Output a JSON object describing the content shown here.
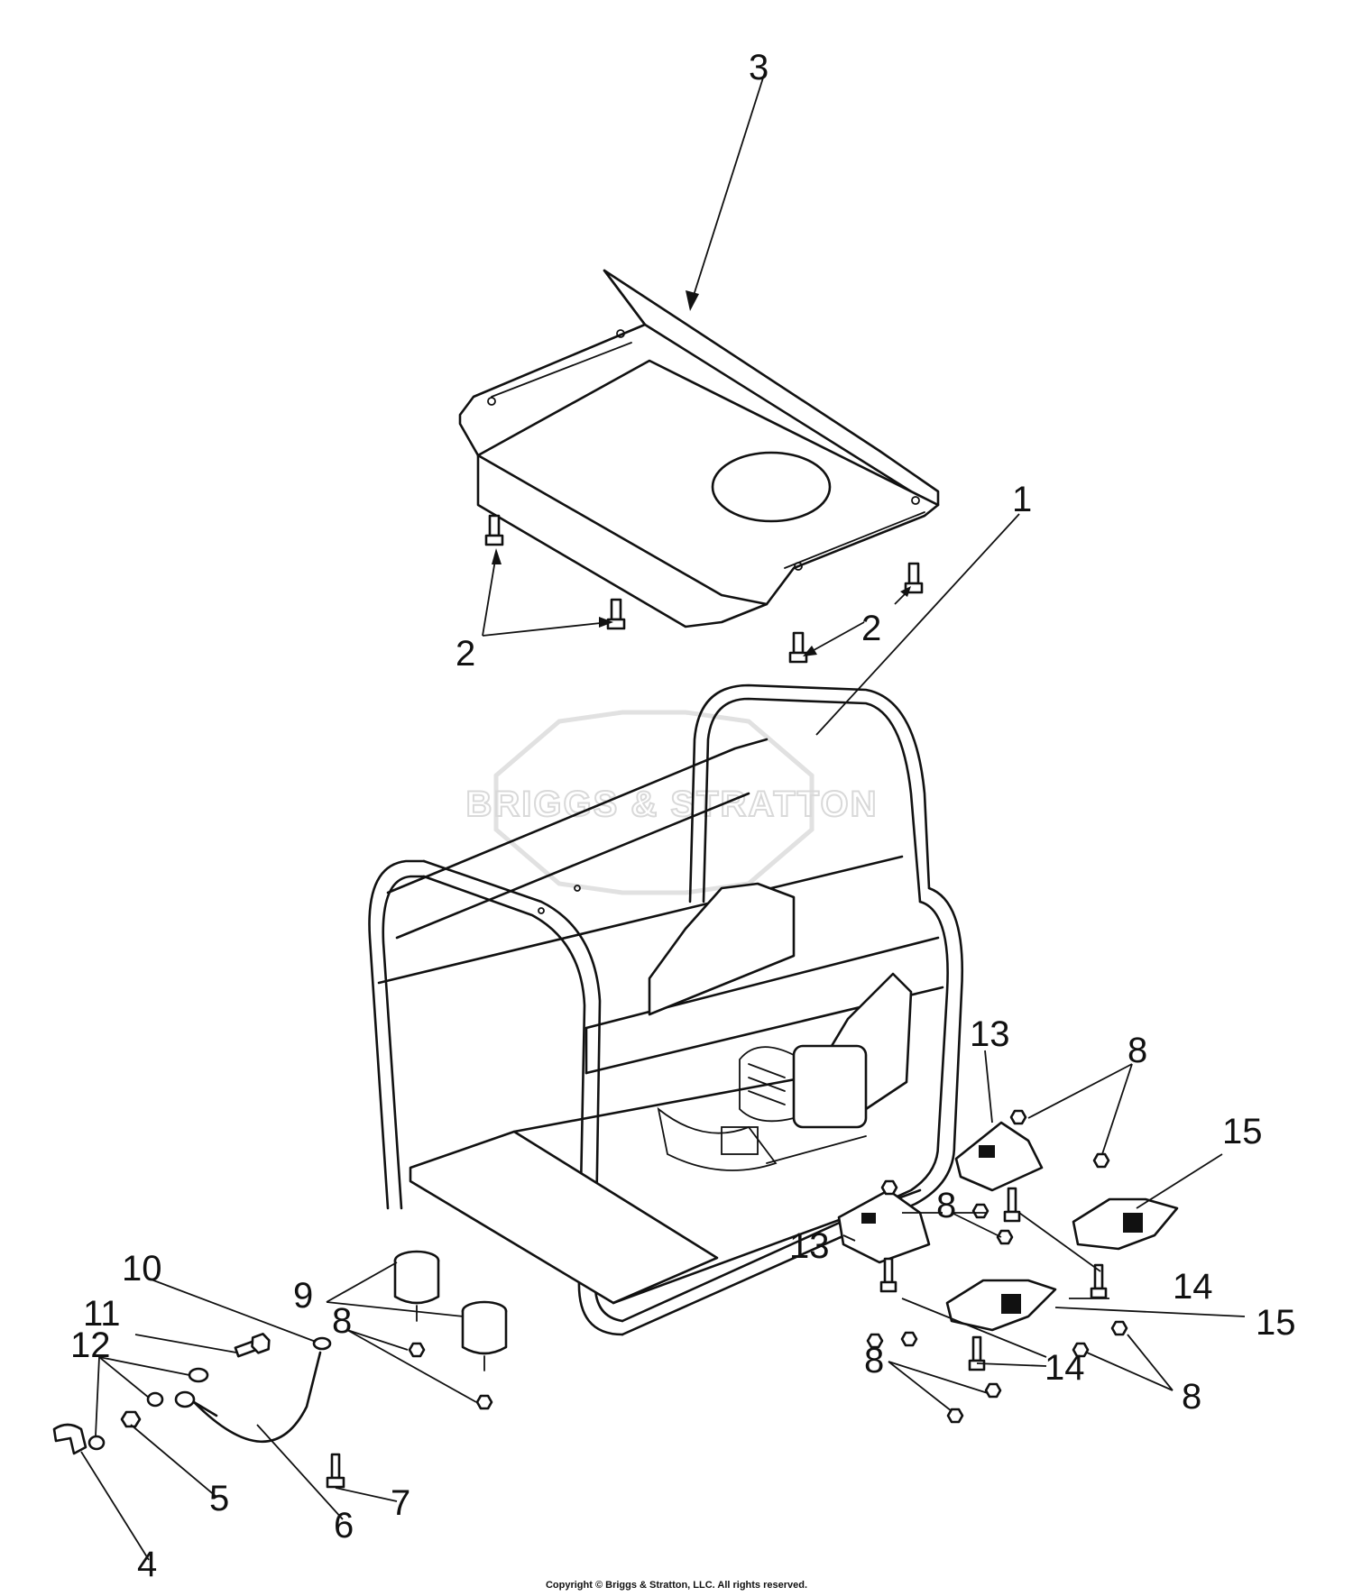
{
  "watermark": {
    "text": "BRIGGS & STRATTON"
  },
  "copyright": "Copyright © Briggs & Stratton, LLC. All rights reserved.",
  "callouts": [
    {
      "id": "c3",
      "label": "3"
    },
    {
      "id": "c1",
      "label": "1"
    },
    {
      "id": "c2a",
      "label": "2"
    },
    {
      "id": "c2b",
      "label": "2"
    },
    {
      "id": "c13a",
      "label": "13"
    },
    {
      "id": "c8a",
      "label": "8"
    },
    {
      "id": "c15a",
      "label": "15"
    },
    {
      "id": "c8b",
      "label": "8"
    },
    {
      "id": "c13b",
      "label": "13"
    },
    {
      "id": "c14a",
      "label": "14"
    },
    {
      "id": "c15b",
      "label": "15"
    },
    {
      "id": "c14b",
      "label": "14"
    },
    {
      "id": "c8c",
      "label": "8"
    },
    {
      "id": "c8d",
      "label": "8"
    },
    {
      "id": "c10",
      "label": "10"
    },
    {
      "id": "c9",
      "label": "9"
    },
    {
      "id": "c11",
      "label": "11"
    },
    {
      "id": "c12",
      "label": "12"
    },
    {
      "id": "c8e",
      "label": "8"
    },
    {
      "id": "c5",
      "label": "5"
    },
    {
      "id": "c7",
      "label": "7"
    },
    {
      "id": "c6",
      "label": "6"
    },
    {
      "id": "c4",
      "label": "4"
    }
  ]
}
